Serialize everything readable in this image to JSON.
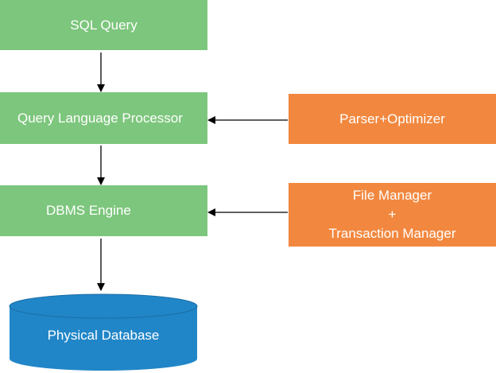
{
  "nodes": {
    "sql_query": "SQL Query",
    "query_language_processor": "Query Language Processor",
    "dbms_engine": "DBMS Engine",
    "parser_optimizer": "Parser+Optimizer",
    "file_manager": "File Manager",
    "plus": "+",
    "transaction_manager": "Transaction Manager",
    "physical_database": "Physical Database"
  },
  "colors": {
    "process_box": "#7dc67d",
    "component_box": "#f2883f",
    "database": "#2186c8",
    "arrow": "#000000"
  }
}
